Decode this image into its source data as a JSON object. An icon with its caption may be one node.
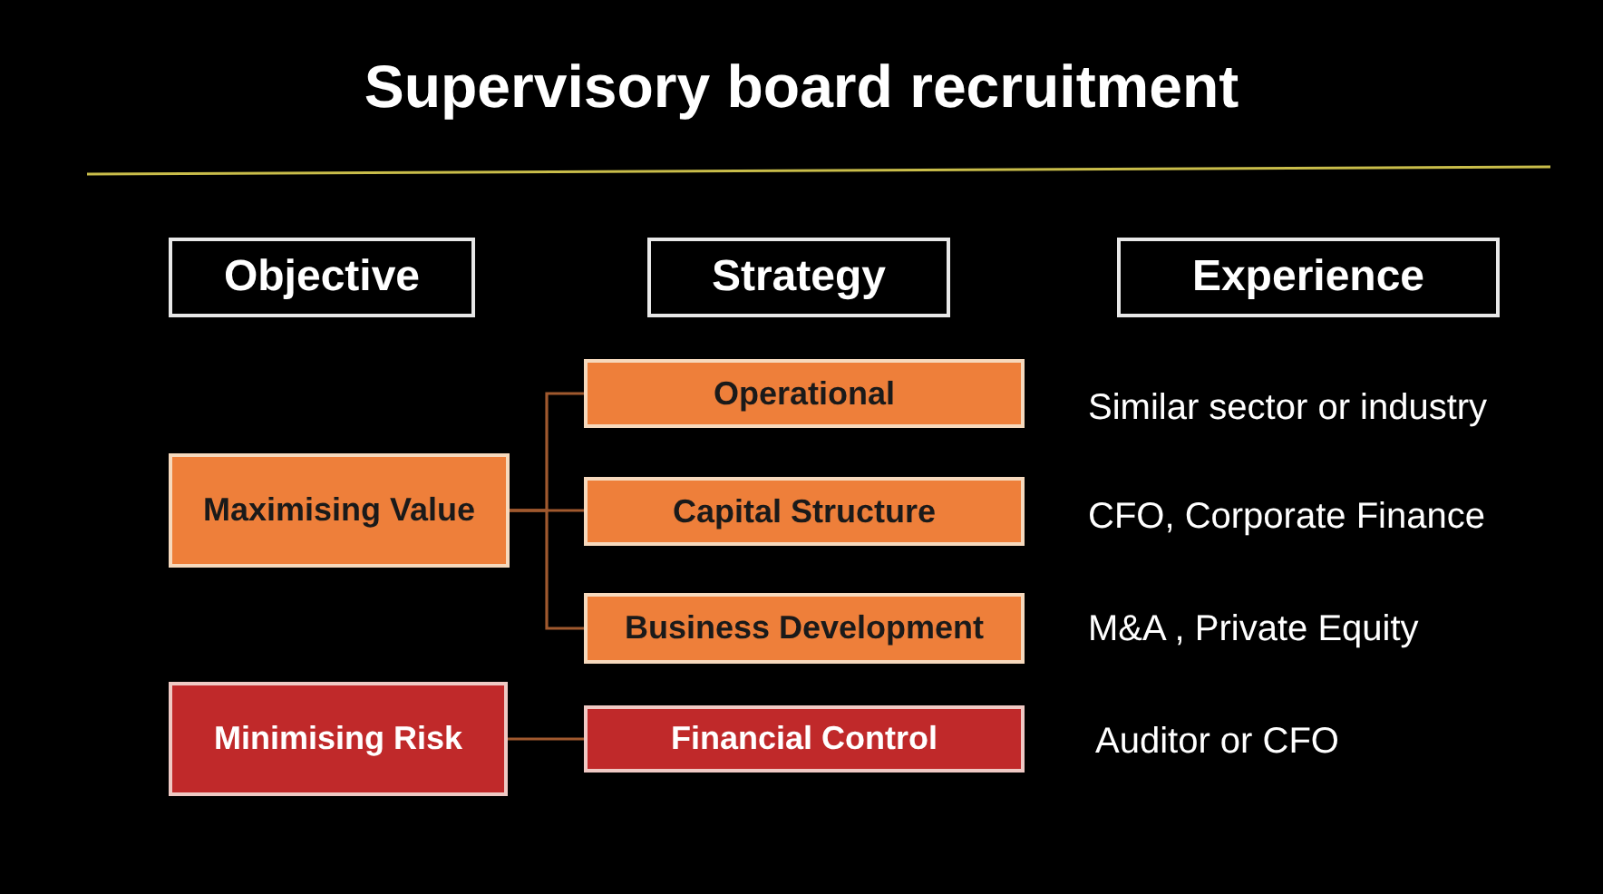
{
  "diagram": {
    "title": "Supervisory board recruitment",
    "nodes": [
      {
        "text": [
          "Objective"
        ]
      },
      {
        "text": [
          "Strategy"
        ]
      },
      {
        "text": [
          "Experience"
        ]
      },
      {
        "text": [
          "Maximising Value"
        ]
      },
      {
        "text": [
          "Operational"
        ],
        "beside": [
          "Similar sector or industry"
        ]
      },
      {
        "text": [
          "Capital Structure"
        ],
        "beside": [
          "CFO, Corporate Finance"
        ]
      },
      {
        "text": [
          "Business Development"
        ],
        "beside": [
          "M&A , Private Equity"
        ]
      },
      {
        "text": [
          "Minimising Risk"
        ]
      },
      {
        "text": [
          "Financial Control"
        ],
        "beside": [
          "Auditor or CFO"
        ]
      }
    ],
    "edges": [
      {
        "from": 3,
        "to": 4,
        "arrow": "none"
      },
      {
        "from": 3,
        "to": 5,
        "arrow": "none"
      },
      {
        "from": 3,
        "to": 6,
        "arrow": "none"
      },
      {
        "from": 7,
        "to": 8,
        "arrow": "none"
      }
    ]
  }
}
